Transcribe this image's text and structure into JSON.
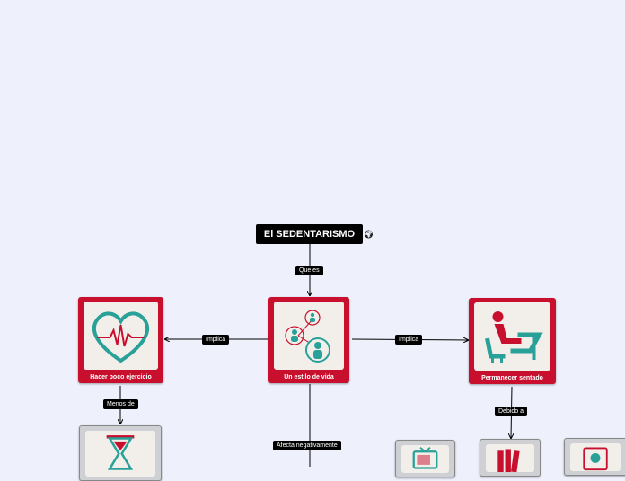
{
  "title": "El SEDENTARISMO",
  "edges": {
    "que_es": "Que es",
    "implica_left": "Implica",
    "implica_right": "Implica",
    "menos_de": "Menos de",
    "debido_a": "Debido a",
    "afecta": "Afecta negativamente"
  },
  "nodes": {
    "center": "Un estilo de vida",
    "left": "Hacer poco ejercicio",
    "right": "Permanecer sentado"
  },
  "colors": {
    "background": "#eef0fc",
    "card_red": "#c8102e",
    "icon_teal": "#2aa198",
    "icon_red": "#c8102e"
  },
  "icons": {
    "center": "people-network-icon",
    "left": "heart-pulse-icon",
    "right": "person-sitting-desk-icon",
    "bottom_left": "hourglass-icon",
    "bottom_tv": "tv-icon",
    "bottom_books": "books-icon",
    "bottom_right": "monitor-icon"
  }
}
